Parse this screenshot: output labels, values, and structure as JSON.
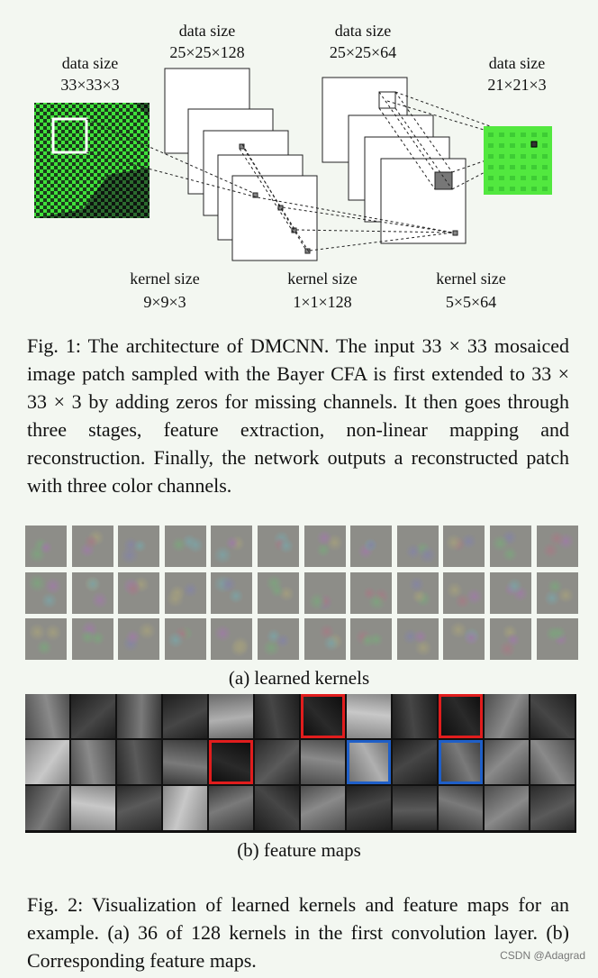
{
  "fig1": {
    "labels": {
      "input_title": "data size",
      "input_size": "33×33×3",
      "feat_title": "data size",
      "feat_size": "25×25×128",
      "map_title": "data size",
      "map_size": "25×25×64",
      "out_title": "data size",
      "out_size": "21×21×3",
      "k1_title": "kernel size",
      "k1_size": "9×9×3",
      "k2_title": "kernel size",
      "k2_size": "1×1×128",
      "k3_title": "kernel size",
      "k3_size": "5×5×64"
    },
    "caption": "Fig. 1: The architecture of DMCNN. The input 33 × 33 mosaiced image patch sampled with the Bayer CFA is first extended to 33 × 33 × 3 by adding zeros for missing channels. It then goes through three stages, feature extraction, non-linear mapping and reconstruction. Finally, the network outputs a reconstructed patch with three color channels."
  },
  "fig2": {
    "sub_a": "(a) learned kernels",
    "sub_b": "(b) feature maps",
    "caption": "Fig. 2: Visualization of learned kernels and feature maps for an example. (a) 36 of 128 kernels in the first convolution layer. (b) Corresponding feature maps.",
    "kernel_grid": {
      "rows": 3,
      "cols": 12
    },
    "feature_grid": {
      "rows": 3,
      "cols": 12
    },
    "highlight_colors": {
      "red": "#e11d1d",
      "blue": "#1f5fc8"
    },
    "red_cells": [
      [
        0,
        6
      ],
      [
        0,
        9
      ],
      [
        1,
        4
      ]
    ],
    "blue_cells": [
      [
        1,
        7
      ],
      [
        1,
        9
      ]
    ]
  },
  "watermark": "CSDN @Adagrad"
}
